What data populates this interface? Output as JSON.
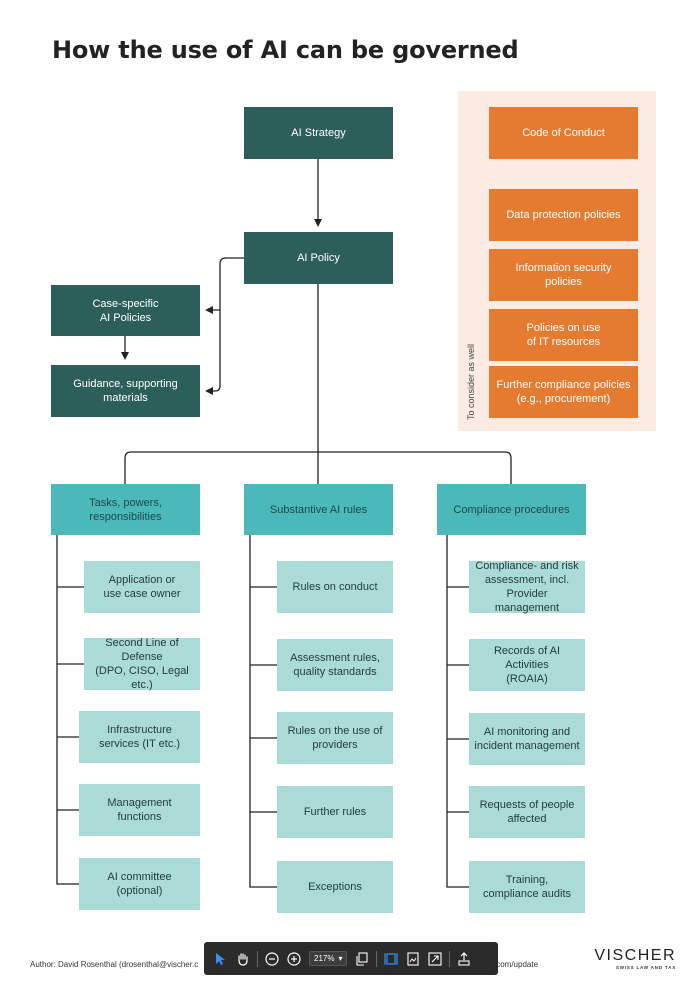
{
  "title": "How the use of AI can be governed",
  "top": {
    "ai_strategy": "AI Strategy",
    "ai_policy": "AI Policy",
    "case_specific": "Case-specific\nAI Policies",
    "guidance": "Guidance, supporting\nmaterials"
  },
  "consider": {
    "label": "To consider as well",
    "items": [
      "Code of Conduct",
      "Data protection policies",
      "Information security\npolicies",
      "Policies on use\nof IT resources",
      "Further compliance policies\n(e.g., procurement)"
    ]
  },
  "columns": [
    {
      "header": "Tasks, powers, responsibilities",
      "items": [
        "Application or\nuse case owner",
        "Second Line of Defense\n(DPO, CISO, Legal etc.)",
        "Infrastructure\nservices (IT etc.)",
        "Management\nfunctions",
        "AI committee\n(optional)"
      ]
    },
    {
      "header": "Substantive AI rules",
      "items": [
        "Rules on conduct",
        "Assessment rules,\nquality standards",
        "Rules on the use of\nproviders",
        "Further rules",
        "Exceptions"
      ]
    },
    {
      "header": "Compliance procedures",
      "items": [
        "Compliance- and risk\nassessment, incl.\nProvider management",
        "Records of AI Activities\n(ROAIA)",
        "AI monitoring and\nincident management",
        "Requests of people\naffected",
        "Training,\ncompliance audits"
      ]
    }
  ],
  "footer": {
    "author": "Author: David Rosenthal (drosenthal@vischer.c",
    "url": ".com/update",
    "logo_name": "VISCHER",
    "logo_sub": "SWISS LAW AND TAX"
  },
  "toolbar": {
    "zoom": "217%",
    "icons": [
      "pointer-icon",
      "hand-icon",
      "zoom-out-icon",
      "zoom-in-icon",
      "copy-icon",
      "fit-icon",
      "image-icon",
      "fullscreen-icon",
      "upload-icon"
    ]
  },
  "colors": {
    "dark": "#2c5f5a",
    "teal": "#4bb8b9",
    "light": "#abdbd7",
    "orange": "#e57b31",
    "peach": "#fcebe2"
  }
}
